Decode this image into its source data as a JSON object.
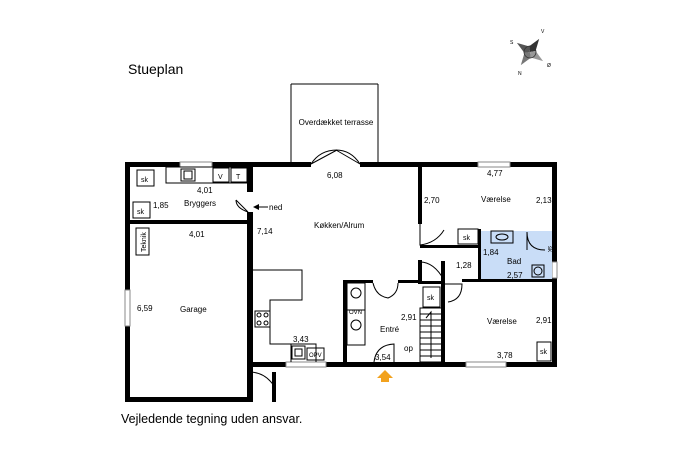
{
  "title": "Stueplan",
  "footer": "Vejledende tegning uden ansvar.",
  "compass": {
    "letters": [
      "S",
      "V",
      "N",
      "Ø"
    ]
  },
  "rooms": {
    "terrace": "Overdækket terrasse",
    "kitchen": "Køkken/Alrum",
    "bedroom_top": "Værelse",
    "bedroom_bottom": "Værelse",
    "bath": "Bad",
    "utility": "Bryggers",
    "garage": "Garage",
    "entrance": "Entré"
  },
  "labels": {
    "sk": "sk",
    "v": "V",
    "t": "T",
    "ned": "ned",
    "op": "op",
    "teknik": "Teknik",
    "ovn": "OVN",
    "opv": "OPV"
  },
  "dimensions": {
    "kitchen_top": "6,08",
    "kitchen_side": "7,14",
    "kitchen_bottom": "3,43",
    "utility_top": "4,01",
    "utility_side": "1,85",
    "garage_top": "4,01",
    "garage_side": "6,59",
    "bed_top_w": "4,77",
    "bed_top_left": "2,70",
    "bed_top_right": "2,13",
    "bath_w": "1,84",
    "bath_h": "2,57",
    "bath_left": "1,28",
    "bed_bottom_right": "2,91",
    "bed_bottom_w": "3,78",
    "entrance_side": "2,91",
    "entrance_w": "3,54"
  },
  "colors": {
    "bath_fill": "#c9ddf7",
    "entry_arrow": "#f2a21e",
    "wall": "#000000",
    "window": "#8a8a8a"
  }
}
